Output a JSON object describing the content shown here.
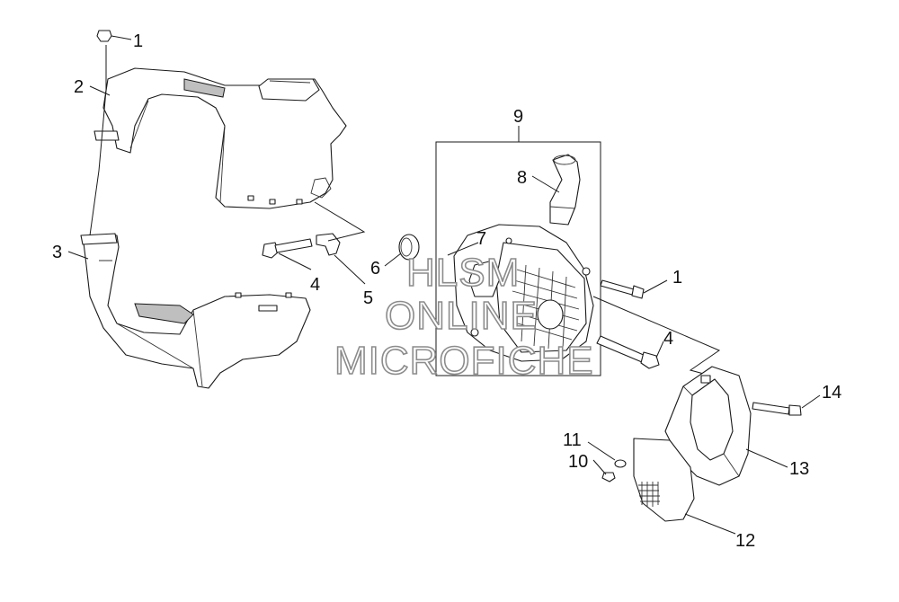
{
  "callouts": {
    "c1_top": "1",
    "c2": "2",
    "c3": "3",
    "c4_left": "4",
    "c5": "5",
    "c6": "6",
    "c7": "7",
    "c8": "8",
    "c9": "9",
    "c1_right": "1",
    "c4_right": "4",
    "c14": "14",
    "c11": "11",
    "c10": "10",
    "c13": "13",
    "c12": "12"
  },
  "watermark": {
    "line1": "HLSM",
    "line2": "ONLINE",
    "line3": "MICROFICHE"
  },
  "colors": {
    "line": "#1a1a1a",
    "shade": "#bfbfbf",
    "watermark_outline": "#8c8c8c"
  }
}
